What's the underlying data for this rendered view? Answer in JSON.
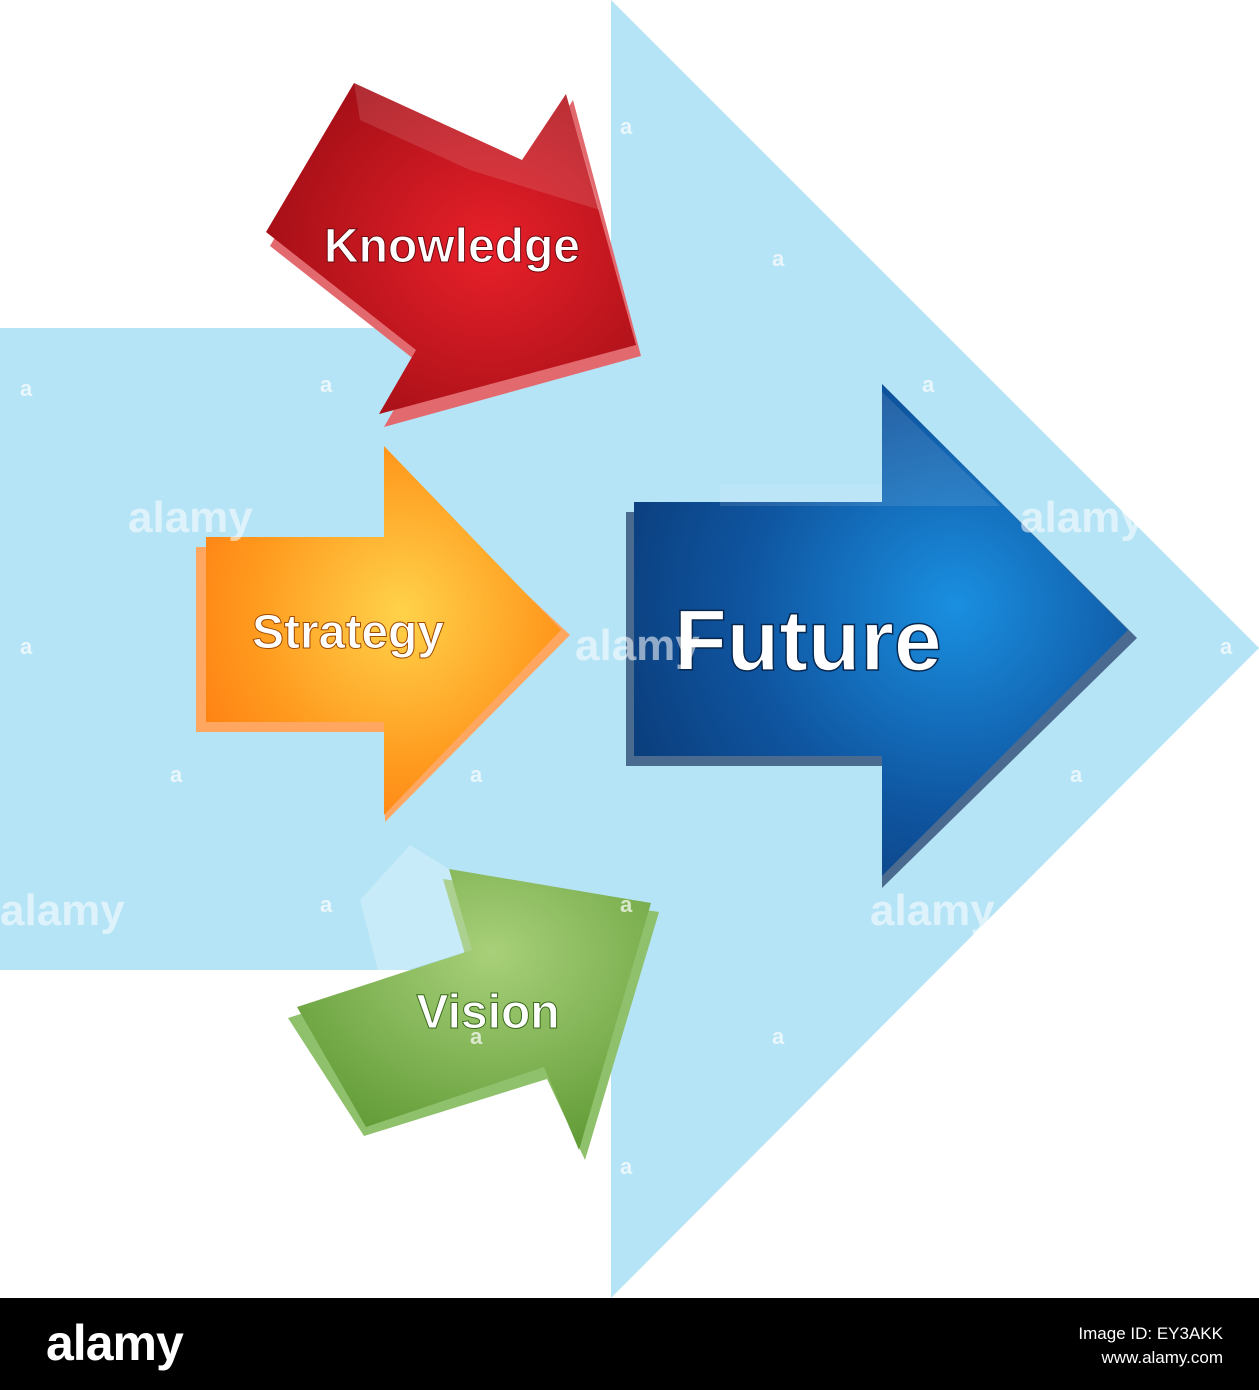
{
  "diagram": {
    "arrows": {
      "knowledge": {
        "label": "Knowledge",
        "color": "#c0121b"
      },
      "strategy": {
        "label": "Strategy",
        "color": "#ff8a1a"
      },
      "vision": {
        "label": "Vision",
        "color": "#6faa3e"
      },
      "future": {
        "label": "Future",
        "color": "#1060aa"
      }
    },
    "background_arrow_color": "#b5e4f6"
  },
  "watermark": {
    "text": "alamy",
    "mark": "a"
  },
  "footer": {
    "logo": "alamy",
    "image_id": "Image ID: EY3AKK",
    "website": "www.alamy.com"
  }
}
